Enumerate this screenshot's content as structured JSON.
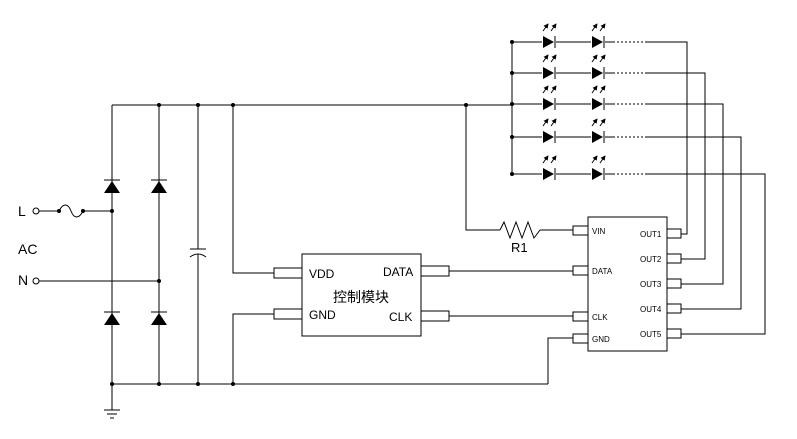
{
  "inputs": {
    "line": "L",
    "neutral": "N",
    "ac": "AC"
  },
  "resistor": {
    "name": "R1"
  },
  "control_module": {
    "title": "控制模块",
    "pins": {
      "vdd": "VDD",
      "gnd": "GND",
      "data": "DATA",
      "clk": "CLK"
    }
  },
  "driver_ic": {
    "pins": {
      "vin": "VIN",
      "data": "DATA",
      "clk": "CLK",
      "gnd": "GND",
      "out1": "OUT1",
      "out2": "OUT2",
      "out3": "OUT3",
      "out4": "OUT4",
      "out5": "OUT5"
    }
  },
  "led_strings": 5
}
